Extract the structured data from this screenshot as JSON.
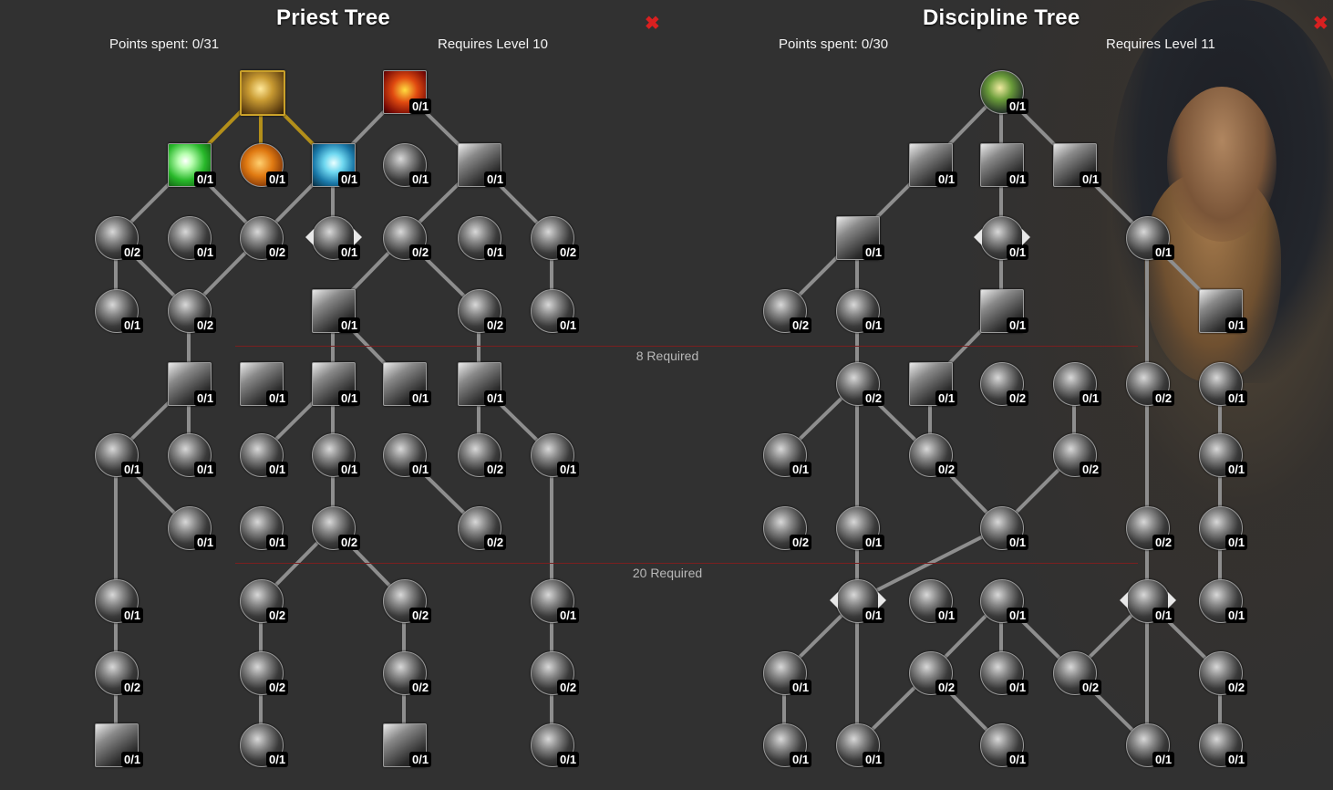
{
  "trees": [
    {
      "title": "Priest Tree",
      "points_spent": "Points spent: 0/31",
      "requires": "Requires Level 10",
      "close_icon": "close-icon"
    },
    {
      "title": "Discipline Tree",
      "points_spent": "Points spent: 0/30",
      "requires": "Requires Level 11",
      "close_icon": "close-icon"
    }
  ],
  "gates": [
    {
      "label": "8 Required"
    },
    {
      "label": "20 Required"
    }
  ],
  "talents": {
    "left": [
      [
        "",
        "0/1"
      ],
      [
        "0/1",
        "0/1",
        "0/1",
        "0/1",
        "0/1"
      ],
      [
        "0/2",
        "0/1",
        "0/2",
        "0/1",
        "0/2",
        "0/1",
        "0/2"
      ],
      [
        "0/1",
        "0/2",
        "0/1",
        "0/2",
        "0/1"
      ],
      [
        "0/1",
        "0/1",
        "0/1",
        "0/1",
        "0/1"
      ],
      [
        "0/1",
        "0/1",
        "0/1",
        "0/1",
        "0/1",
        "0/2",
        "0/1"
      ],
      [
        "0/1",
        "0/1",
        "0/2",
        "0/2"
      ],
      [
        "0/1",
        "0/2",
        "0/2",
        "0/1"
      ],
      [
        "0/2",
        "0/2",
        "0/2",
        "0/2"
      ],
      [
        "0/1",
        "0/1",
        "0/1",
        "0/1"
      ]
    ],
    "right": [
      [
        "0/1"
      ],
      [
        "0/1",
        "0/1",
        "0/1"
      ],
      [
        "0/1",
        "0/1",
        "0/1"
      ],
      [
        "0/2",
        "0/1",
        "0/1",
        "0/1"
      ],
      [
        "0/2",
        "0/1",
        "0/2",
        "0/1",
        "0/2",
        "0/1"
      ],
      [
        "0/1",
        "0/2",
        "0/2",
        "0/1"
      ],
      [
        "0/2",
        "0/1",
        "0/1",
        "0/2",
        "0/1"
      ],
      [
        "0/1",
        "0/1",
        "0/1",
        "0/1",
        "0/1"
      ],
      [
        "0/1",
        "0/2",
        "0/1",
        "0/2",
        "0/2"
      ],
      [
        "0/1",
        "0/1",
        "0/1",
        "0/1",
        "0/1"
      ]
    ]
  }
}
